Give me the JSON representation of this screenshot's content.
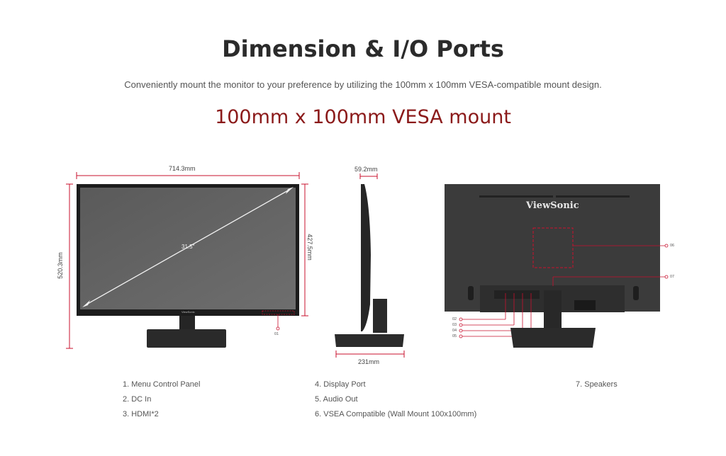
{
  "heading": "Dimension & I/O Ports",
  "subheading": "Conveniently mount the monitor to your preference by utilizing the 100mm x 100mm VESA-compatible mount design.",
  "vesa_title": "100mm x 100mm VESA mount",
  "front": {
    "width": "714.3mm",
    "height_total": "520.3mm",
    "height_panel": "427.5mm",
    "diagonal": "31.5\"",
    "logo": "ViewSonic",
    "callout": "01"
  },
  "side": {
    "depth": "59.2mm",
    "base": "231mm"
  },
  "back": {
    "logo": "ViewSonic",
    "callouts": [
      "06",
      "07",
      "02",
      "03",
      "04",
      "05"
    ]
  },
  "legend": {
    "col1": [
      "1. Menu Control Panel",
      "2. DC In",
      "3. HDMI*2"
    ],
    "col2": [
      "4. Display Port",
      "5. Audio Out",
      "6. VSEA Compatible (Wall Mount 100x100mm)"
    ],
    "col3": [
      "7. Speakers"
    ]
  },
  "colors": {
    "accent": "#c8102e",
    "title": "#8b1a1a",
    "monitor": "#2e2e2e"
  }
}
